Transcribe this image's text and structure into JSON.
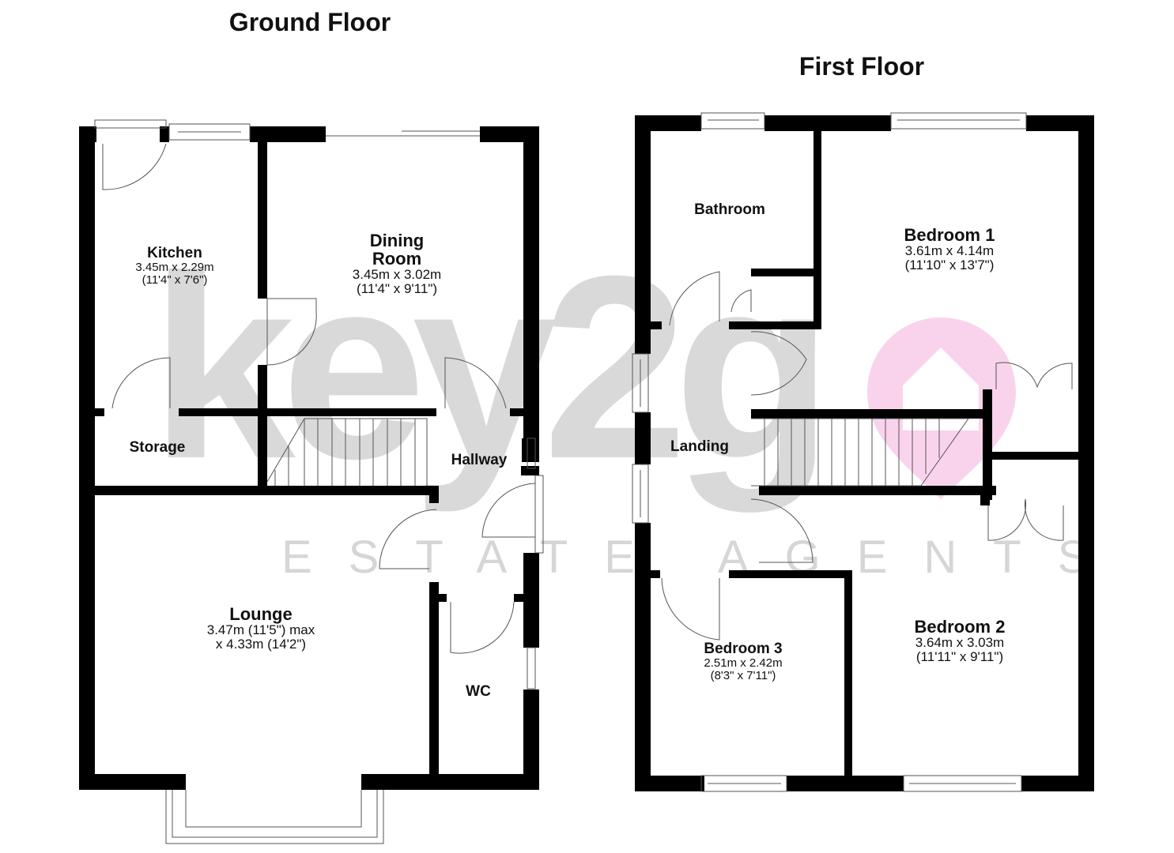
{
  "floors": {
    "ground": {
      "title": "Ground Floor",
      "rooms": {
        "kitchen": {
          "name": "Kitchen",
          "metric": "3.45m x 2.29m",
          "imperial": "(11'4\" x 7'6\")"
        },
        "dining": {
          "name": "Dining",
          "name2": "Room",
          "metric": "3.45m x 3.02m",
          "imperial": "(11'4\" x 9'11\")"
        },
        "storage": {
          "name": "Storage"
        },
        "hallway": {
          "name": "Hallway"
        },
        "lounge": {
          "name": "Lounge",
          "line1": "3.47m (11'5\") max",
          "line2": "x 4.33m (14'2\")"
        },
        "wc": {
          "name": "WC"
        }
      }
    },
    "first": {
      "title": "First Floor",
      "rooms": {
        "bathroom": {
          "name": "Bathroom"
        },
        "bedroom1": {
          "name": "Bedroom 1",
          "metric": "3.61m x 4.14m",
          "imperial": "(11'10\" x 13'7\")"
        },
        "landing": {
          "name": "Landing"
        },
        "bedroom2": {
          "name": "Bedroom 2",
          "metric": "3.64m x 3.03m",
          "imperial": "(11'11\" x 9'11\")"
        },
        "bedroom3": {
          "name": "Bedroom 3",
          "metric": "2.51m x 2.42m",
          "imperial": "(8'3\" x 7'11\")"
        }
      }
    }
  },
  "watermark": {
    "brand": "key2g",
    "tagline": "ESTATE AGENTS",
    "brand_color": "#d9d9d9",
    "pin_color": "#f9d3ec"
  }
}
